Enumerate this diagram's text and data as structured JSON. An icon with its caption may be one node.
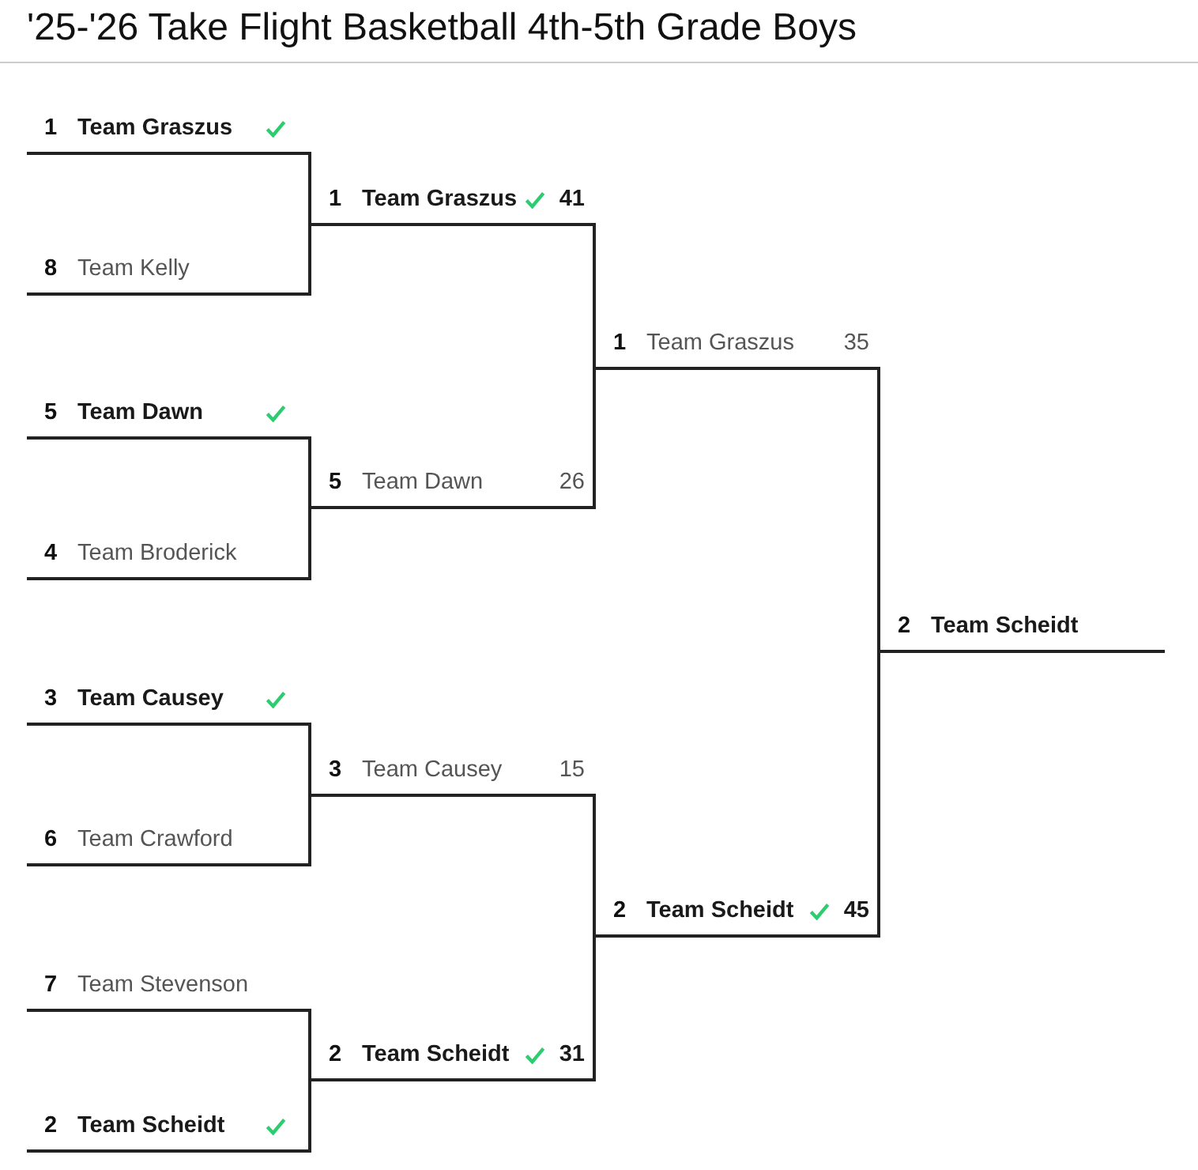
{
  "diagram": {
    "title": "'25-'26 Take Flight Basketball 4th-5th Grade Boys",
    "nodes": [
      {
        "text": [
          "1",
          "Team Graszus"
        ]
      },
      {
        "text": [
          "8",
          "Team Kelly"
        ]
      },
      {
        "text": [
          "5",
          "Team Dawn"
        ]
      },
      {
        "text": [
          "4",
          "Team Broderick"
        ]
      },
      {
        "text": [
          "3",
          "Team Causey"
        ]
      },
      {
        "text": [
          "6",
          "Team Crawford"
        ]
      },
      {
        "text": [
          "7",
          "Team Stevenson"
        ]
      },
      {
        "text": [
          "2",
          "Team Scheidt"
        ]
      },
      {
        "text": [
          "1",
          "Team Graszus",
          "41"
        ]
      },
      {
        "text": [
          "5",
          "Team Dawn",
          "26"
        ]
      },
      {
        "text": [
          "3",
          "Team Causey",
          "15"
        ]
      },
      {
        "text": [
          "2",
          "Team Scheidt",
          "31"
        ]
      },
      {
        "text": [
          "1",
          "Team Graszus",
          "35"
        ]
      },
      {
        "text": [
          "2",
          "Team Scheidt",
          "45"
        ]
      },
      {
        "text": [
          "2",
          "Team Scheidt"
        ]
      }
    ],
    "edges": [
      {
        "from": 0,
        "to": 8,
        "arrow": "none"
      },
      {
        "from": 1,
        "to": 8,
        "arrow": "none"
      },
      {
        "from": 2,
        "to": 9,
        "arrow": "none"
      },
      {
        "from": 3,
        "to": 9,
        "arrow": "none"
      },
      {
        "from": 4,
        "to": 10,
        "arrow": "none"
      },
      {
        "from": 5,
        "to": 10,
        "arrow": "none"
      },
      {
        "from": 6,
        "to": 11,
        "arrow": "none"
      },
      {
        "from": 7,
        "to": 11,
        "arrow": "none"
      },
      {
        "from": 8,
        "to": 12,
        "arrow": "none"
      },
      {
        "from": 9,
        "to": 12,
        "arrow": "none"
      },
      {
        "from": 10,
        "to": 13,
        "arrow": "none"
      },
      {
        "from": 11,
        "to": 13,
        "arrow": "none"
      },
      {
        "from": 12,
        "to": 14,
        "arrow": "none"
      },
      {
        "from": 13,
        "to": 14,
        "arrow": "none"
      }
    ]
  }
}
